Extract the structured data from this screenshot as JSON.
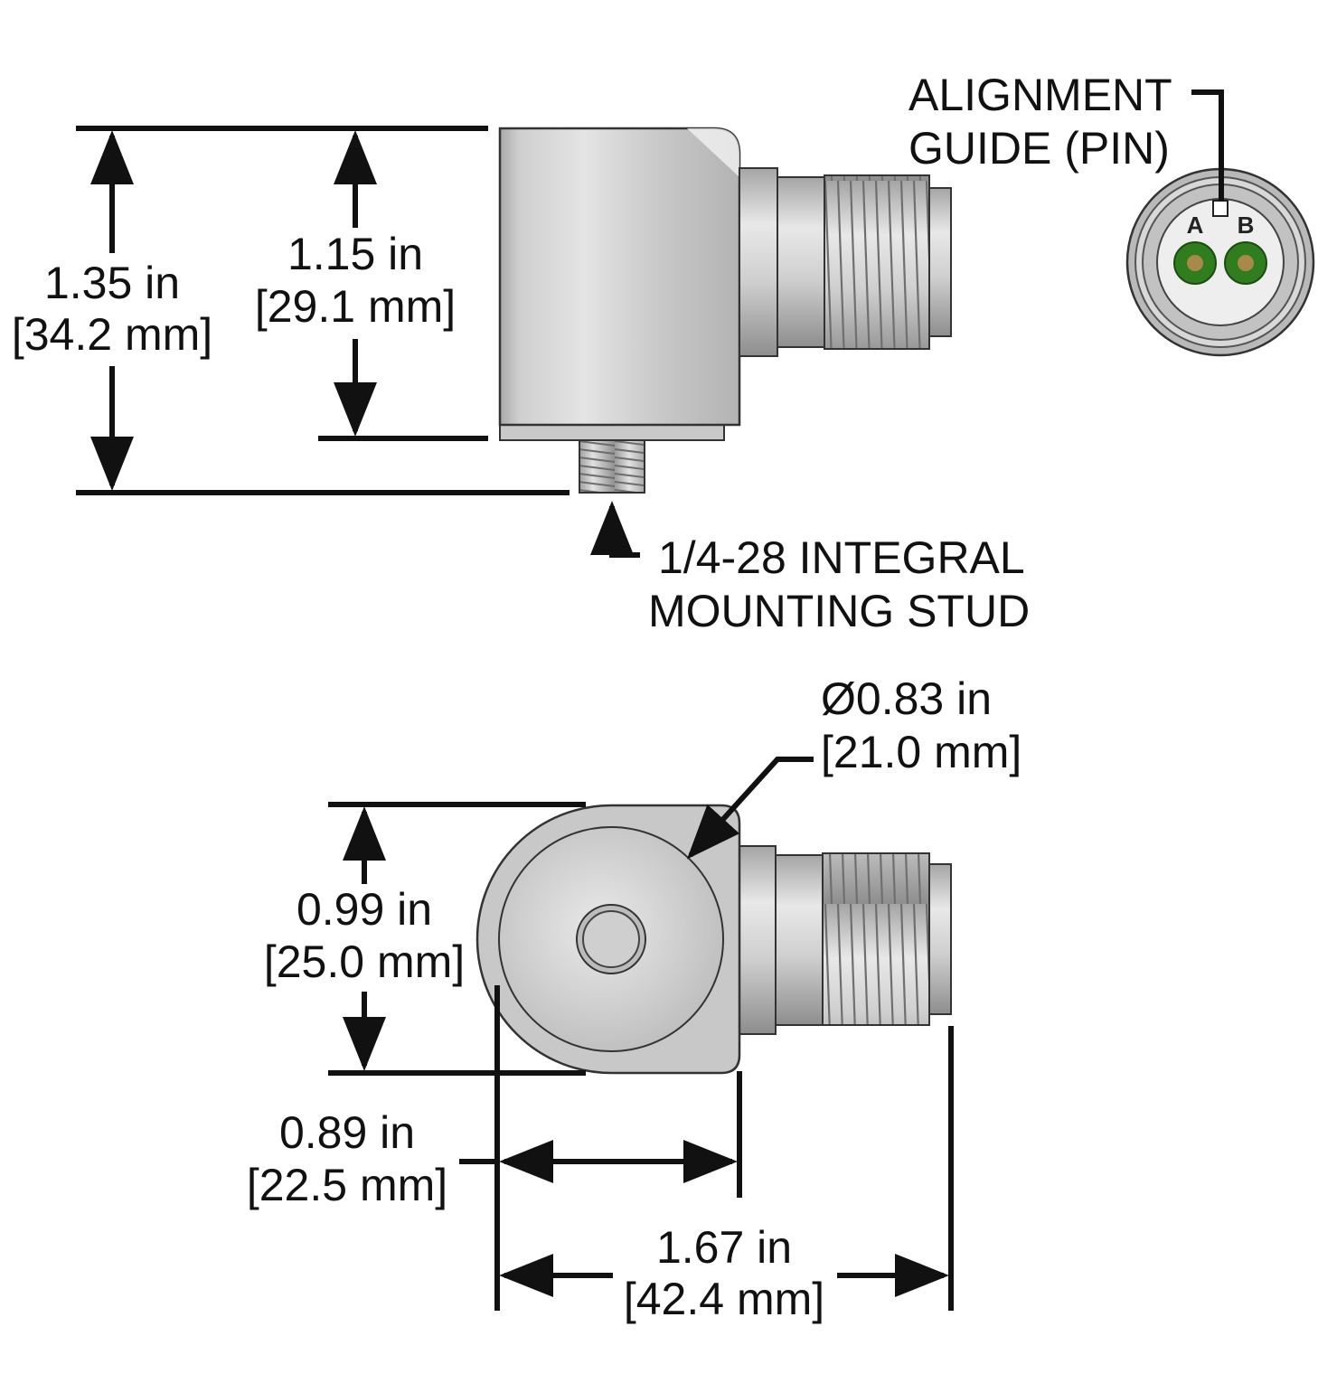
{
  "colors": {
    "ink": "#111111",
    "metal_light": "#e6e6e6",
    "metal_mid": "#c4c4c4",
    "metal_dark": "#8f8f8f",
    "pin_green": "#2f7d1e",
    "pin_gold": "#a8894a"
  },
  "side_view": {
    "overall_height": {
      "in": "1.35 in",
      "mm": "[34.2 mm]"
    },
    "body_height": {
      "in": "1.15 in",
      "mm": "[29.1 mm]"
    },
    "stud_callout": {
      "line1": "1/4-28 INTEGRAL",
      "line2": "MOUNTING STUD"
    }
  },
  "connector_end_view": {
    "callout": {
      "line1": "ALIGNMENT",
      "line2": "GUIDE (PIN)"
    },
    "pin_a": "A",
    "pin_b": "B"
  },
  "top_view": {
    "diameter": {
      "in": "Ø0.83 in",
      "mm": "[21.0 mm]"
    },
    "body_width": {
      "in": "0.99 in",
      "mm": "[25.0 mm]"
    },
    "body_length": {
      "in": "0.89 in",
      "mm": "[22.5 mm]"
    },
    "overall_length": {
      "in": "1.67 in",
      "mm": "[42.4 mm]"
    }
  }
}
